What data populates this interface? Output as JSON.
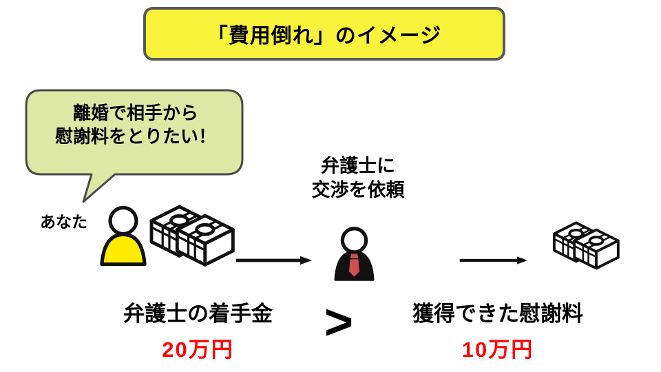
{
  "title": "「費用倒れ」のイメージ",
  "speech_bubble": {
    "text": "離婚で相手から\n慰謝料をとりたい！"
  },
  "you": {
    "label": "あなた"
  },
  "lawyer": {
    "caption": "弁護士に\n交渉を依頼"
  },
  "comparison": {
    "left": {
      "label": "弁護士の着手金",
      "amount": "20万円"
    },
    "operator": ">",
    "right": {
      "label": "獲得できた慰謝料",
      "amount": "10万円"
    }
  },
  "icons": {
    "person": "person-icon",
    "lawyer": "lawyer-icon",
    "money_left": "money-stacks-icon",
    "money_right": "money-stacks-icon",
    "arrow_to_lawyer": "arrow-right-icon",
    "arrow_to_result": "arrow-right-icon"
  },
  "colors": {
    "title_bg": "#F9F43B",
    "border_gray": "#595959",
    "bubble_bg": "#DDE8A5",
    "bubble_border": "#4A4A4A",
    "person_yellow": "#FFEB00",
    "tie_red": "#D05050",
    "amount_red": "#FF0000",
    "icon_stroke": "#111111"
  }
}
